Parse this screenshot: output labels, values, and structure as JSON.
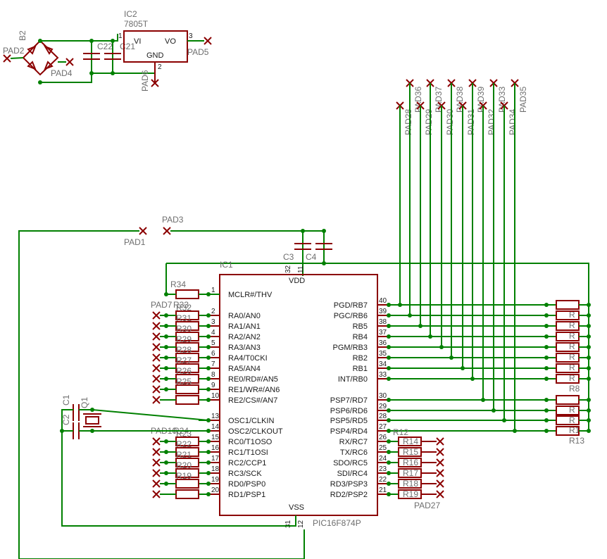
{
  "colors": {
    "part": "#8b0000",
    "wire": "#008000",
    "text": "#6e6e6e",
    "pin_text": "#1a1a1a",
    "background": "#ffffff"
  },
  "labels": {
    "ic1_name": "IC1",
    "ic1_value": "PIC16F874P",
    "ic2_name": "IC2",
    "ic2_value": "7805T",
    "reg_vi": "VI",
    "reg_vo": "VO",
    "reg_gnd": "GND",
    "reg_pin1": "1",
    "reg_pin2": "2",
    "reg_pin3": "3",
    "b2": "B2",
    "c1": "C1",
    "c2": "C2",
    "c21": "C21",
    "c22": "C22",
    "c3": "C3",
    "c4": "C4",
    "q1": "Q1",
    "pad1": "PAD1",
    "pad3": "PAD3",
    "pad4": "PAD4",
    "pad5": "PAD5",
    "pad6": "PAD6",
    "pad7": "PAD7",
    "pad2": "PAD2",
    "pad27": "PAD27",
    "pad10": "PAD10",
    "vdd": "VDD",
    "vss": "VSS",
    "r34": "R34",
    "r33": "R33",
    "r24": "R24",
    "r12": "R12",
    "r8": "R8",
    "r13": "R13",
    "vdd_pin_a": "32",
    "vdd_pin_b": "11",
    "vss_pin_a": "31",
    "vss_pin_b": "12"
  },
  "left_pins": [
    {
      "num": "1",
      "name": "MCLR#/THV"
    },
    {
      "num": "2",
      "name": "RA0/AN0"
    },
    {
      "num": "3",
      "name": "RA1/AN1"
    },
    {
      "num": "4",
      "name": "RA2/AN2"
    },
    {
      "num": "5",
      "name": "RA3/AN3"
    },
    {
      "num": "6",
      "name": "RA4/T0CKI"
    },
    {
      "num": "7",
      "name": "RA5/AN4"
    },
    {
      "num": "8",
      "name": "RE0/RD#/AN5"
    },
    {
      "num": "9",
      "name": "RE1/WR#/AN6"
    },
    {
      "num": "10",
      "name": "RE2/CS#/AN7"
    },
    {
      "num": "13",
      "name": "OSC1/CLKIN"
    },
    {
      "num": "14",
      "name": "OSC2/CLKOUT"
    },
    {
      "num": "15",
      "name": "RC0/T1OSO"
    },
    {
      "num": "16",
      "name": "RC1/T1OSI"
    },
    {
      "num": "17",
      "name": "RC2/CCP1"
    },
    {
      "num": "18",
      "name": "RC3/SCK"
    },
    {
      "num": "19",
      "name": "RD0/PSP0"
    },
    {
      "num": "20",
      "name": "RD1/PSP1"
    }
  ],
  "right_pins": [
    {
      "num": "40",
      "name": "PGD/RB7"
    },
    {
      "num": "39",
      "name": "PGC/RB6"
    },
    {
      "num": "38",
      "name": "RB5"
    },
    {
      "num": "37",
      "name": "RB4"
    },
    {
      "num": "36",
      "name": "PGM/RB3"
    },
    {
      "num": "35",
      "name": "RB2"
    },
    {
      "num": "34",
      "name": "RB1"
    },
    {
      "num": "33",
      "name": "INT/RB0"
    },
    {
      "num": "30",
      "name": "PSP7/RD7"
    },
    {
      "num": "29",
      "name": "PSP6/RD6"
    },
    {
      "num": "28",
      "name": "PSP5/RD5"
    },
    {
      "num": "27",
      "name": "PSP4/RD4"
    },
    {
      "num": "26",
      "name": "RX/RC7"
    },
    {
      "num": "25",
      "name": "TX/RC6"
    },
    {
      "num": "24",
      "name": "SDO/RC5"
    },
    {
      "num": "23",
      "name": "SDI/RC4"
    },
    {
      "num": "22",
      "name": "RD3/PSP3"
    },
    {
      "num": "21",
      "name": "RD2/PSP2"
    }
  ],
  "top_pads": [
    {
      "label": "PAD28"
    },
    {
      "label": "PAD36"
    },
    {
      "label": "PAD29"
    },
    {
      "label": "PAD37"
    },
    {
      "label": "PAD30"
    },
    {
      "label": "PAD38"
    },
    {
      "label": "PAD31"
    },
    {
      "label": "PAD39"
    },
    {
      "label": "PAD32"
    },
    {
      "label": "PAD33"
    },
    {
      "label": "PAD34"
    },
    {
      "label": "PAD35"
    }
  ],
  "right_resistors": [
    {
      "label": "R"
    },
    {
      "label": "R"
    },
    {
      "label": "R"
    },
    {
      "label": "R"
    },
    {
      "label": "R"
    },
    {
      "label": "R"
    },
    {
      "label": "R"
    },
    {
      "label": "R8"
    },
    {
      "label": "R"
    },
    {
      "label": "R"
    },
    {
      "label": "R1"
    },
    {
      "label": "R13"
    }
  ],
  "left_resistors_a": [
    {
      "label": "R32"
    },
    {
      "label": "R31"
    },
    {
      "label": "R30"
    },
    {
      "label": "R29"
    },
    {
      "label": "R28"
    },
    {
      "label": "R27"
    },
    {
      "label": "R26"
    },
    {
      "label": "R25"
    }
  ],
  "left_resistors_b": [
    {
      "label": "R23"
    },
    {
      "label": "R22"
    },
    {
      "label": "R21"
    },
    {
      "label": "R20"
    },
    {
      "label": "R19"
    }
  ],
  "rc_resistors": [
    {
      "label": "R14"
    },
    {
      "label": "R15"
    },
    {
      "label": "R16"
    },
    {
      "label": "R17"
    },
    {
      "label": "R18"
    },
    {
      "label": "R19"
    }
  ]
}
